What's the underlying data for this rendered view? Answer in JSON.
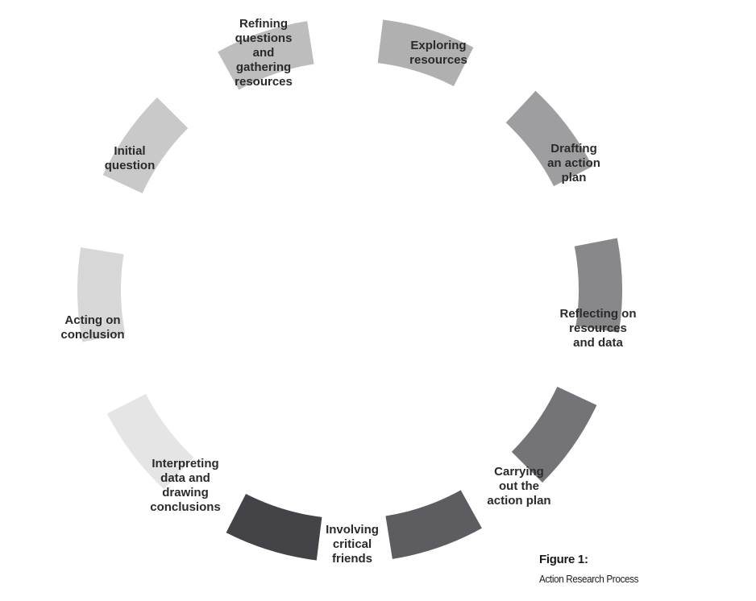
{
  "diagram": {
    "steps": [
      {
        "label": "Exploring\nresources",
        "color": "#c9c9ca"
      },
      {
        "label": "Drafting\nan action\nplan",
        "color": "#bdbdbe"
      },
      {
        "label": "Reflecting on\nresources\nand data",
        "color": "#b0b0b1"
      },
      {
        "label": "Carrying\nout the\naction plan",
        "color": "#9e9ea0"
      },
      {
        "label": "Involving\ncritical\nfriends",
        "color": "#88888b"
      },
      {
        "label": "Interpreting\ndata and\ndrawing\nconclusions",
        "color": "#737378"
      },
      {
        "label": "Acting on\nconclusion",
        "color": "#5c5c61"
      },
      {
        "label": "Initial\nquestion",
        "color": "#434348"
      },
      {
        "label": "Refining\nquestions\nand\ngathering\nresources",
        "color": "#e5e5e6"
      },
      {
        "label": "",
        "color": "#d7d7d8"
      }
    ]
  },
  "caption": {
    "title": "Figure 1:",
    "subtitle": "Action Research Process"
  }
}
